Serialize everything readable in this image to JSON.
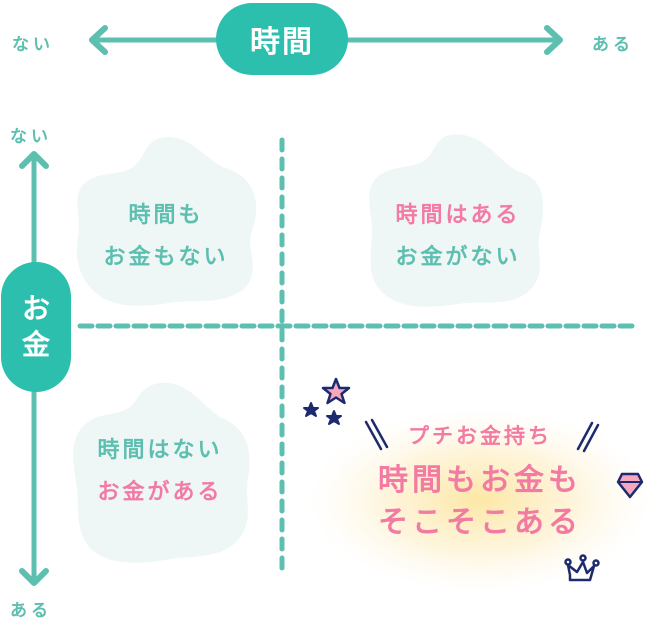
{
  "colors": {
    "accent": "#2cbfad",
    "axis": "#5dbfb0",
    "blob": "#eef7f6",
    "pink": "#f27aa3",
    "navy": "#1e2a6e",
    "glow": "#fde9a8"
  },
  "time_axis": {
    "label": "時間",
    "left_end": "ない",
    "right_end": "ある"
  },
  "money_axis": {
    "label_line1": "お",
    "label_line2": "金",
    "top_end": "ない",
    "bottom_end": "ある"
  },
  "quadrants": {
    "top_left": {
      "line1": "時間も",
      "line2": "お金もない"
    },
    "top_right": {
      "line1": "時間はある",
      "line2": "お金がない"
    },
    "bottom_left": {
      "line1": "時間はない",
      "line2": "お金がある"
    },
    "bottom_right": {
      "tagline": "プチお金持ち",
      "line1": "時間もお金も",
      "line2": "そこそこある"
    }
  },
  "decorations": [
    "star-icon",
    "diamond-icon",
    "crown-icon"
  ]
}
